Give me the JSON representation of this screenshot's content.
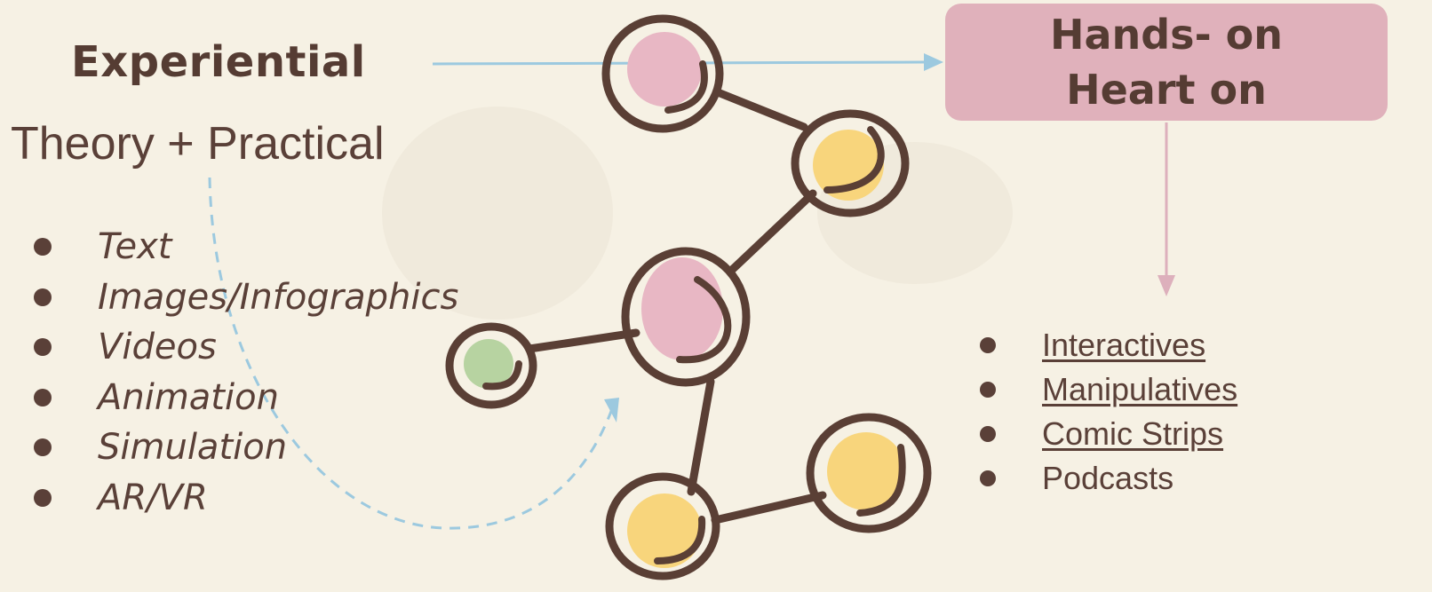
{
  "experiential": {
    "title": "Experiential",
    "subtitle": "Theory + Practical",
    "items": [
      "Text",
      "Images/Infographics",
      "Videos",
      "Animation",
      "Simulation",
      "AR/VR"
    ]
  },
  "hands_on": {
    "line1": "Hands- on",
    "line2": "Heart on",
    "items": [
      {
        "label": "Interactives",
        "underlined": true
      },
      {
        "label": "Manipulatives",
        "underlined": true
      },
      {
        "label": "Comic Strips",
        "underlined": true
      },
      {
        "label": "Podcasts",
        "underlined": false
      }
    ]
  },
  "colors": {
    "background": "#f6f1e4",
    "text": "#5a4038",
    "box": "#e0b1bb",
    "pink": "#e8b7c4",
    "yellow": "#f8d57c",
    "green": "#b7d3a1",
    "blue_arrow": "#9cc9df",
    "pink_arrow": "#ddb0bc"
  }
}
